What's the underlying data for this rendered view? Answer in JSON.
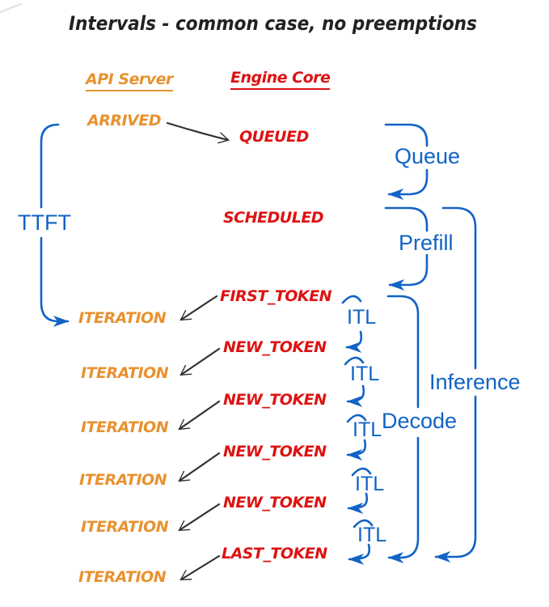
{
  "title": "Intervals - common case, no preemptions",
  "columns": {
    "api_server": "API Server",
    "engine_core": "Engine Core"
  },
  "events": {
    "arrived": "ARRIVED",
    "queued": "QUEUED",
    "scheduled": "SCHEDULED"
  },
  "rows": [
    {
      "token": "FIRST_TOKEN",
      "iteration": "ITERATION"
    },
    {
      "token": "NEW_TOKEN",
      "iteration": "ITERATION"
    },
    {
      "token": "NEW_TOKEN",
      "iteration": "ITERATION"
    },
    {
      "token": "NEW_TOKEN",
      "iteration": "ITERATION"
    },
    {
      "token": "NEW_TOKEN",
      "iteration": "ITERATION"
    },
    {
      "token": "LAST_TOKEN",
      "iteration": "ITERATION"
    }
  ],
  "intervals": {
    "ttft": "TTFT",
    "queue": "Queue",
    "prefill": "Prefill",
    "decode": "Decode",
    "inference": "Inference",
    "itl": "ITL"
  },
  "colors": {
    "blue": "#1163C5",
    "orange": "#E8922F",
    "red": "#DE1212",
    "ink": "#222222"
  }
}
